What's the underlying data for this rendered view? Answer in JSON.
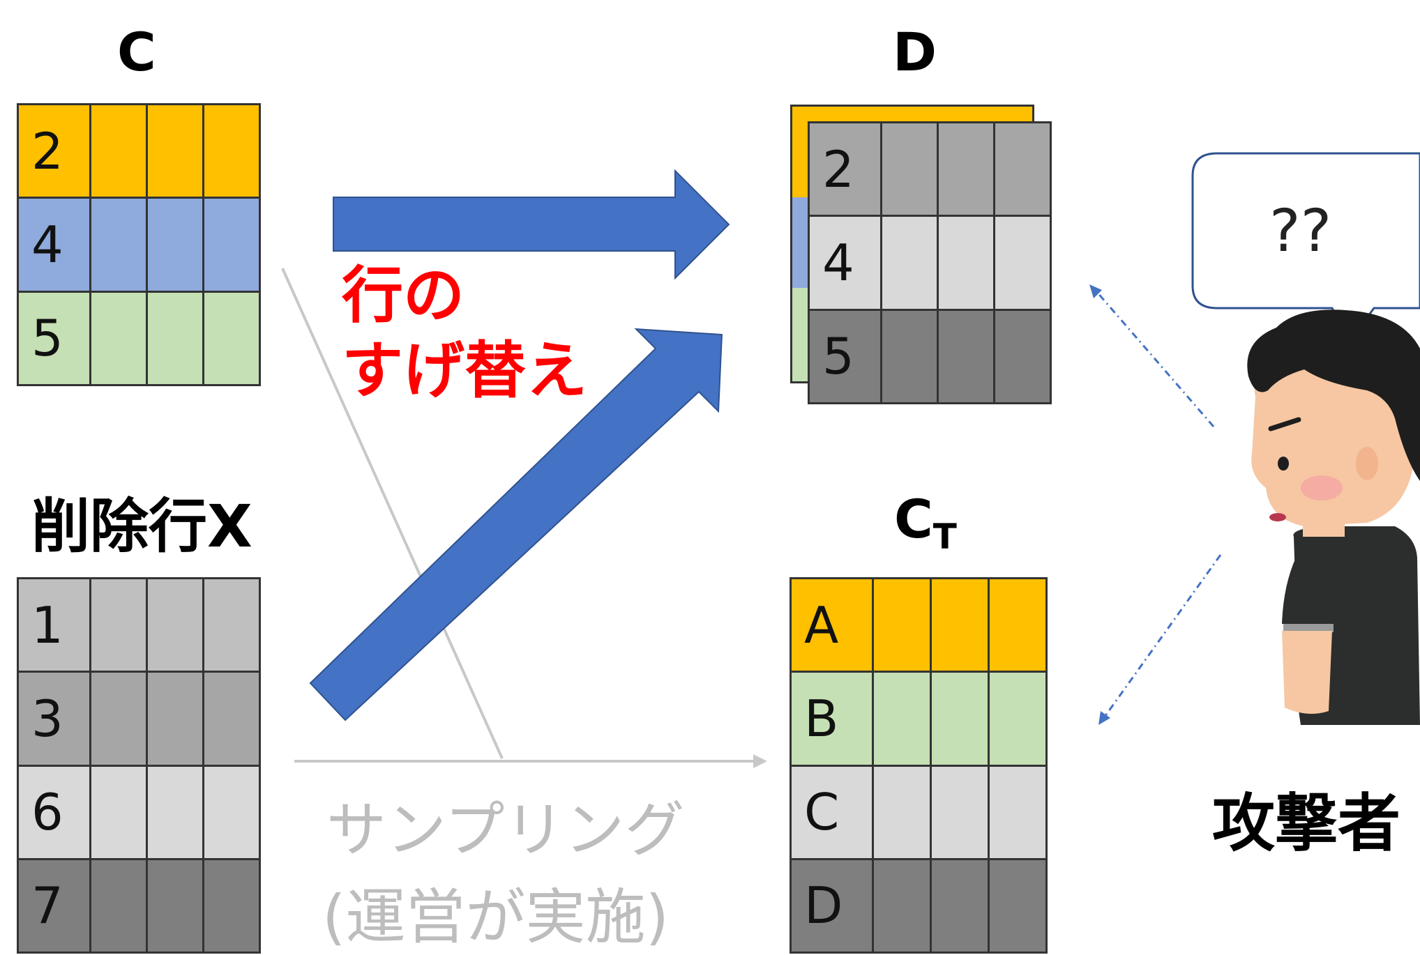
{
  "colors": {
    "orange": "#ffc000",
    "blue": "#8faadc",
    "green": "#c5e0b4",
    "gray_light": "#d9d9d9",
    "gray_mid": "#a6a6a6",
    "gray_dark": "#7f7f7f",
    "gray_row1": "#bfbfbf",
    "arrow_blue": "#4472c4",
    "red": "#ff0000",
    "sampling_gray": "#bdbdbd"
  },
  "table_c": {
    "label": "C",
    "rows": [
      {
        "id": "2",
        "color": "orange"
      },
      {
        "id": "4",
        "color": "blue"
      },
      {
        "id": "5",
        "color": "green"
      }
    ]
  },
  "table_x": {
    "label": "削除行X",
    "rows": [
      {
        "id": "1",
        "color": "gray_row1"
      },
      {
        "id": "3",
        "color": "gray_mid"
      },
      {
        "id": "6",
        "color": "gray_light"
      },
      {
        "id": "7",
        "color": "gray_dark"
      }
    ]
  },
  "table_d": {
    "label": "D",
    "rows": [
      {
        "id": "2",
        "color": "gray_mid"
      },
      {
        "id": "4",
        "color": "gray_light"
      },
      {
        "id": "5",
        "color": "gray_dark"
      }
    ]
  },
  "table_ct": {
    "label_main": "C",
    "label_sub": "T",
    "rows": [
      {
        "id": "A",
        "color": "orange"
      },
      {
        "id": "B",
        "color": "green"
      },
      {
        "id": "C",
        "color": "gray_light"
      },
      {
        "id": "D",
        "color": "gray_dark"
      }
    ]
  },
  "swap_label": {
    "line1": "行の",
    "line2": "すげ替え"
  },
  "sampling_label": {
    "line1": "サンプリング",
    "line2": "(運営が実施)"
  },
  "speech_bubble": {
    "text": "??"
  },
  "attacker": {
    "label": "攻撃者",
    "icon": "attacker-person-icon"
  }
}
